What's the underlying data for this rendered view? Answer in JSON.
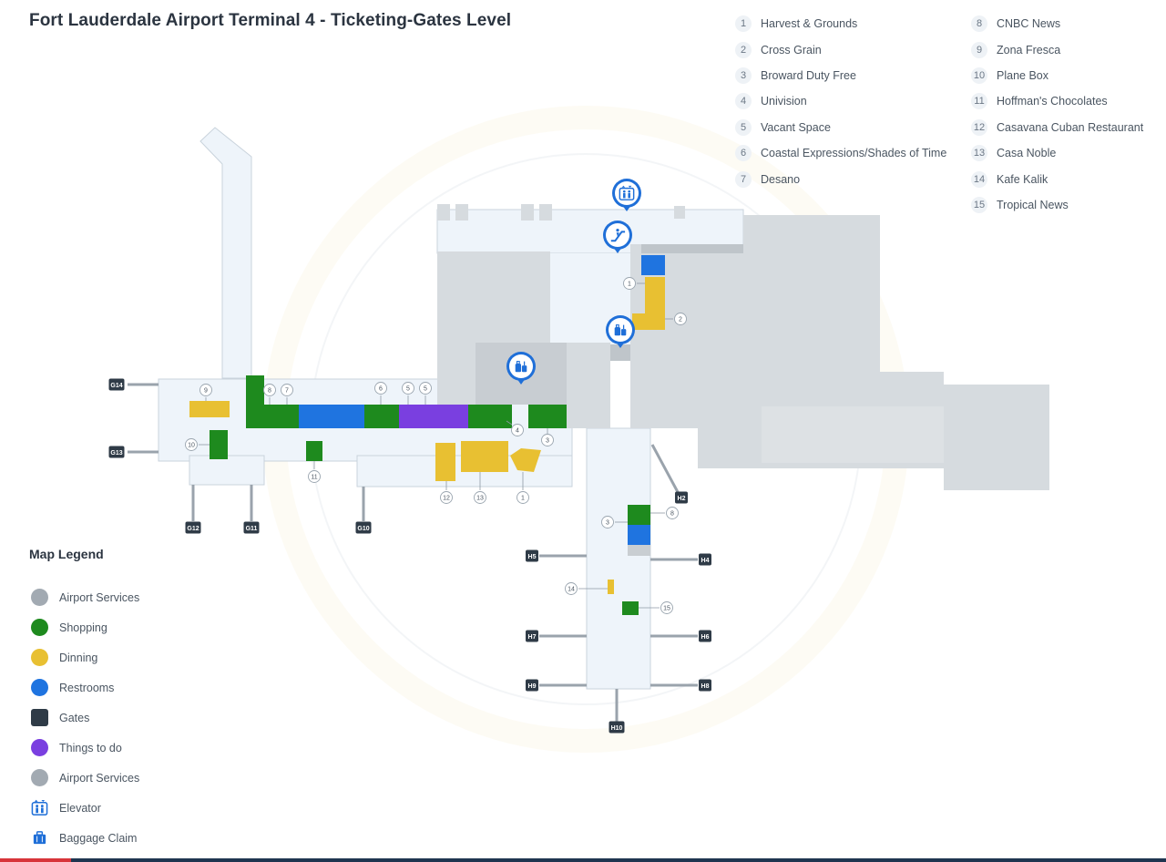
{
  "page": {
    "title": "Fort Lauderdale Airport Terminal 4 - Ticketing-Gates Level"
  },
  "colors": {
    "airport_services": "#a2aab2",
    "shopping": "#1e8a1e",
    "dining": "#e8c032",
    "restrooms": "#1f74e0",
    "gates": "#2f3b47",
    "things_to_do": "#7a3fe0",
    "floor": "#eef4fa",
    "service_area": "#d6dbdf",
    "pin": "#1f6fd8"
  },
  "index_left": [
    {
      "num": "1",
      "name": "Harvest & Grounds"
    },
    {
      "num": "2",
      "name": "Cross Grain"
    },
    {
      "num": "3",
      "name": "Broward Duty Free"
    },
    {
      "num": "4",
      "name": "Univision"
    },
    {
      "num": "5",
      "name": "Vacant Space"
    },
    {
      "num": "6",
      "name": "Coastal Expressions/Shades of Time"
    },
    {
      "num": "7",
      "name": "Desano"
    }
  ],
  "index_right": [
    {
      "num": "8",
      "name": "CNBC News"
    },
    {
      "num": "9",
      "name": "Zona Fresca"
    },
    {
      "num": "10",
      "name": "Plane Box"
    },
    {
      "num": "11",
      "name": "Hoffman's Chocolates"
    },
    {
      "num": "12",
      "name": "Casavana Cuban Restaurant"
    },
    {
      "num": "13",
      "name": "Casa Noble"
    },
    {
      "num": "14",
      "name": "Kafe Kalik"
    },
    {
      "num": "15",
      "name": "Tropical News"
    }
  ],
  "legend": {
    "title": "Map Legend",
    "items": [
      {
        "label": "Airport Services",
        "kind": "dot",
        "color": "#a2aab2",
        "icon": ""
      },
      {
        "label": "Shopping",
        "kind": "dot",
        "color": "#1e8a1e",
        "icon": ""
      },
      {
        "label": "Dinning",
        "kind": "dot",
        "color": "#e8c032",
        "icon": ""
      },
      {
        "label": "Restrooms",
        "kind": "dot",
        "color": "#1f74e0",
        "icon": ""
      },
      {
        "label": "Gates",
        "kind": "square",
        "color": "#2f3b47",
        "icon": ""
      },
      {
        "label": "Things to do",
        "kind": "dot",
        "color": "#7a3fe0",
        "icon": ""
      },
      {
        "label": "Airport Services",
        "kind": "dot",
        "color": "#a2aab2",
        "icon": ""
      },
      {
        "label": "Elevator",
        "kind": "icon",
        "color": "#1f6fd8",
        "icon": "elevator-icon"
      },
      {
        "label": "Baggage Claim",
        "kind": "icon",
        "color": "#1f6fd8",
        "icon": "baggage-claim-icon"
      }
    ]
  },
  "gates": [
    {
      "id": "G14",
      "label": "G14"
    },
    {
      "id": "G13",
      "label": "G13"
    },
    {
      "id": "G12",
      "label": "G12"
    },
    {
      "id": "G11",
      "label": "G11"
    },
    {
      "id": "G10",
      "label": "G10"
    },
    {
      "id": "H2",
      "label": "H2"
    },
    {
      "id": "H4",
      "label": "H4"
    },
    {
      "id": "H5",
      "label": "H5"
    },
    {
      "id": "H6",
      "label": "H6"
    },
    {
      "id": "H7",
      "label": "H7"
    },
    {
      "id": "H8",
      "label": "H8"
    },
    {
      "id": "H9",
      "label": "H9"
    },
    {
      "id": "H10",
      "label": "H10"
    }
  ],
  "map_markers": [
    "9",
    "8",
    "7",
    "6",
    "5",
    "5",
    "10",
    "11",
    "4",
    "3",
    "12",
    "13",
    "1",
    "1",
    "2",
    "3",
    "8",
    "14",
    "15"
  ],
  "pins": [
    {
      "id": "pin-elevator-top",
      "icon": "elevator-icon"
    },
    {
      "id": "pin-escalator",
      "icon": "escalator-icon"
    },
    {
      "id": "pin-baggage-right",
      "icon": "baggage-claim-icon"
    },
    {
      "id": "pin-baggage-center",
      "icon": "baggage-claim-icon"
    }
  ]
}
